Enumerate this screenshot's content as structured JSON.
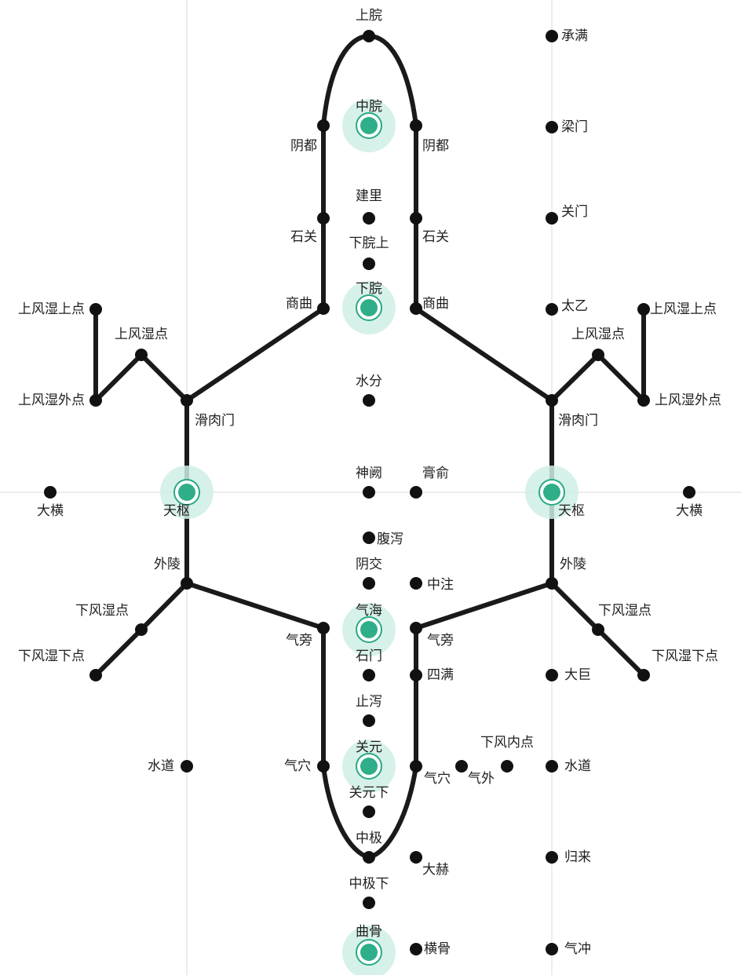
{
  "diagram": {
    "colors": {
      "line": "#1a1a1a",
      "dot": "#111111",
      "highlight": "#2fae8a",
      "halo": "#cfeee5",
      "grid": "#ececec"
    },
    "points": [
      {
        "id": "shangwan",
        "label": "上脘",
        "hl": false
      },
      {
        "id": "zhongwan",
        "label": "中脘",
        "hl": true
      },
      {
        "id": "jianli",
        "label": "建里",
        "hl": false
      },
      {
        "id": "xiawanshang",
        "label": "下脘上",
        "hl": false
      },
      {
        "id": "xiawan",
        "label": "下脘",
        "hl": true
      },
      {
        "id": "shuifen",
        "label": "水分",
        "hl": false
      },
      {
        "id": "shenque",
        "label": "神阙",
        "hl": false
      },
      {
        "id": "fuxie",
        "label": "腹泻",
        "hl": false
      },
      {
        "id": "yinjiao",
        "label": "阴交",
        "hl": false
      },
      {
        "id": "qihai",
        "label": "气海",
        "hl": true
      },
      {
        "id": "shimen",
        "label": "石门",
        "hl": false
      },
      {
        "id": "zhixie",
        "label": "止泻",
        "hl": false
      },
      {
        "id": "guanyuan",
        "label": "关元",
        "hl": true
      },
      {
        "id": "guanyuanxia",
        "label": "关元下",
        "hl": false
      },
      {
        "id": "zhongji",
        "label": "中极",
        "hl": false
      },
      {
        "id": "zhongjixia",
        "label": "中极下",
        "hl": false
      },
      {
        "id": "qugu",
        "label": "曲骨",
        "hl": true
      },
      {
        "id": "yindu-l",
        "label": "阴都",
        "hl": false
      },
      {
        "id": "yindu-r",
        "label": "阴都",
        "hl": false
      },
      {
        "id": "shiguan-l",
        "label": "石关",
        "hl": false
      },
      {
        "id": "shiguan-r",
        "label": "石关",
        "hl": false
      },
      {
        "id": "shangqu-l",
        "label": "商曲",
        "hl": false
      },
      {
        "id": "shangqu-r",
        "label": "商曲",
        "hl": false
      },
      {
        "id": "huangshu",
        "label": "膏俞",
        "hl": false
      },
      {
        "id": "zhongzhu",
        "label": "中注",
        "hl": false
      },
      {
        "id": "qipang-l",
        "label": "气旁",
        "hl": false
      },
      {
        "id": "qipang-r",
        "label": "气旁",
        "hl": false
      },
      {
        "id": "siman",
        "label": "四满",
        "hl": false
      },
      {
        "id": "qixue-l",
        "label": "气穴",
        "hl": false
      },
      {
        "id": "qixue-r",
        "label": "气穴",
        "hl": false
      },
      {
        "id": "qiwai",
        "label": "气外",
        "hl": false
      },
      {
        "id": "xiafengnei",
        "label": "下风内点",
        "hl": false
      },
      {
        "id": "dahe",
        "label": "大赫",
        "hl": false
      },
      {
        "id": "henggu",
        "label": "横骨",
        "hl": false
      },
      {
        "id": "chengman",
        "label": "承满",
        "hl": false
      },
      {
        "id": "liangmen",
        "label": "梁门",
        "hl": false
      },
      {
        "id": "guanmen",
        "label": "关门",
        "hl": false
      },
      {
        "id": "taiyi",
        "label": "太乙",
        "hl": false
      },
      {
        "id": "daju",
        "label": "大巨",
        "hl": false
      },
      {
        "id": "shuidao-l",
        "label": "水道",
        "hl": false
      },
      {
        "id": "shuidao-r",
        "label": "水道",
        "hl": false
      },
      {
        "id": "guilai",
        "label": "归来",
        "hl": false
      },
      {
        "id": "qichong",
        "label": "气冲",
        "hl": false
      },
      {
        "id": "huaroumen-l",
        "label": "滑肉门",
        "hl": false
      },
      {
        "id": "huaroumen-r",
        "label": "滑肉门",
        "hl": false
      },
      {
        "id": "tianshu-l",
        "label": "天枢",
        "hl": true
      },
      {
        "id": "tianshu-r",
        "label": "天枢",
        "hl": true
      },
      {
        "id": "daheng-l",
        "label": "大横",
        "hl": false
      },
      {
        "id": "daheng-r",
        "label": "大横",
        "hl": false
      },
      {
        "id": "wailing-l",
        "label": "外陵",
        "hl": false
      },
      {
        "id": "wailing-r",
        "label": "外陵",
        "hl": false
      },
      {
        "id": "sfs-l",
        "label": "上风湿上点",
        "hl": false
      },
      {
        "id": "sfs-r",
        "label": "上风湿上点",
        "hl": false
      },
      {
        "id": "sf-l",
        "label": "上风湿点",
        "hl": false
      },
      {
        "id": "sf-r",
        "label": "上风湿点",
        "hl": false
      },
      {
        "id": "sfw-l",
        "label": "上风湿外点",
        "hl": false
      },
      {
        "id": "sfw-r",
        "label": "上风湿外点",
        "hl": false
      },
      {
        "id": "xf-l",
        "label": "下风湿点",
        "hl": false
      },
      {
        "id": "xf-r",
        "label": "下风湿点",
        "hl": false
      },
      {
        "id": "xfx-l",
        "label": "下风湿下点",
        "hl": false
      },
      {
        "id": "xfx-r",
        "label": "下风湿下点",
        "hl": false
      }
    ]
  }
}
